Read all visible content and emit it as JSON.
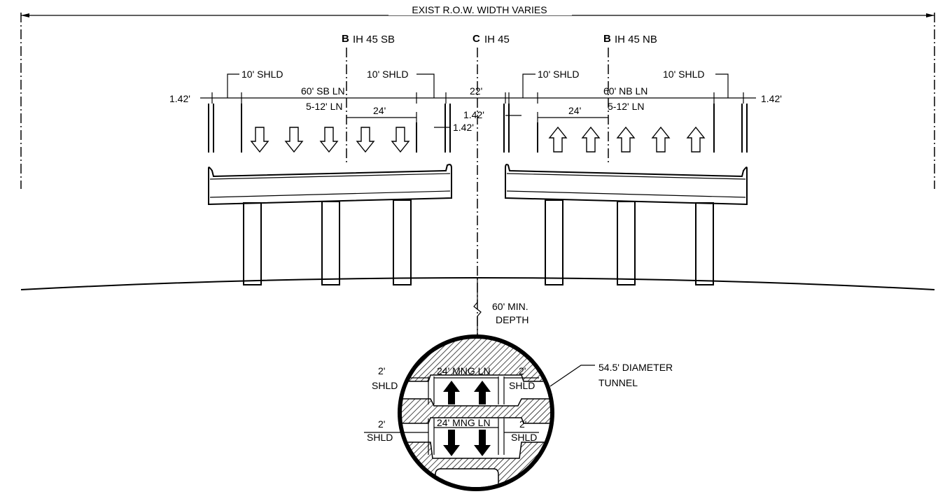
{
  "title": "EXIST R.O.W. WIDTH VARIES",
  "centerlines": {
    "sb": "IH 45 SB",
    "center": "IH 45",
    "nb": "IH 45 NB"
  },
  "dims": {
    "shld_10": "10' SHLD",
    "sb_lanes": "60' SB LN",
    "nb_lanes": "60' NB LN",
    "lanes_5x12": "5-12' LN",
    "width_24": "24'",
    "median_22": "22'",
    "offset_142": "1.42'"
  },
  "depth": {
    "line1": "60' MIN.",
    "line2": "DEPTH"
  },
  "tunnel": {
    "label_line1": "54.5' DIAMETER",
    "label_line2": "TUNNEL",
    "mng_lanes": "24' MNG LN",
    "shld_2": "2'",
    "shld_word": "SHLD"
  },
  "colors": {
    "ink": "#000000",
    "paper": "#ffffff"
  }
}
